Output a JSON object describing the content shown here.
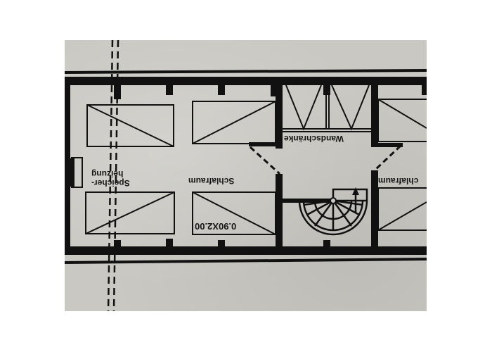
{
  "image": {
    "description": "Photograph of an upside-down architectural floor plan (German) showing an attic level with bedrooms, wall cupboards and a spiral staircase",
    "orientation": "rotated 180 degrees",
    "colors": {
      "paper": "#c9c8c3",
      "ink": "#111111",
      "background": "#ffffff"
    }
  },
  "plan": {
    "rooms": [
      {
        "name": "Schlafraum",
        "position": "center-left"
      },
      {
        "name": "Schlafraum",
        "position": "right (partially cut off)",
        "visible_text": "chlafraum"
      }
    ],
    "labels": {
      "heater_line1": "Speicher-",
      "heater_line2": "heizung",
      "bedroom_center": "Schlafraum",
      "bedroom_right": "chlafraum",
      "cupboards": "Wandschränke",
      "bed_size": "0.90X2.00"
    },
    "features": [
      {
        "type": "bed",
        "count": 6
      },
      {
        "type": "wall-cupboards",
        "count": 2
      },
      {
        "type": "spiral-staircase",
        "count": 1
      },
      {
        "type": "storage-heater",
        "count": 1
      },
      {
        "type": "dashed-line",
        "description": "double dashed vertical line crossing the plan"
      }
    ]
  }
}
